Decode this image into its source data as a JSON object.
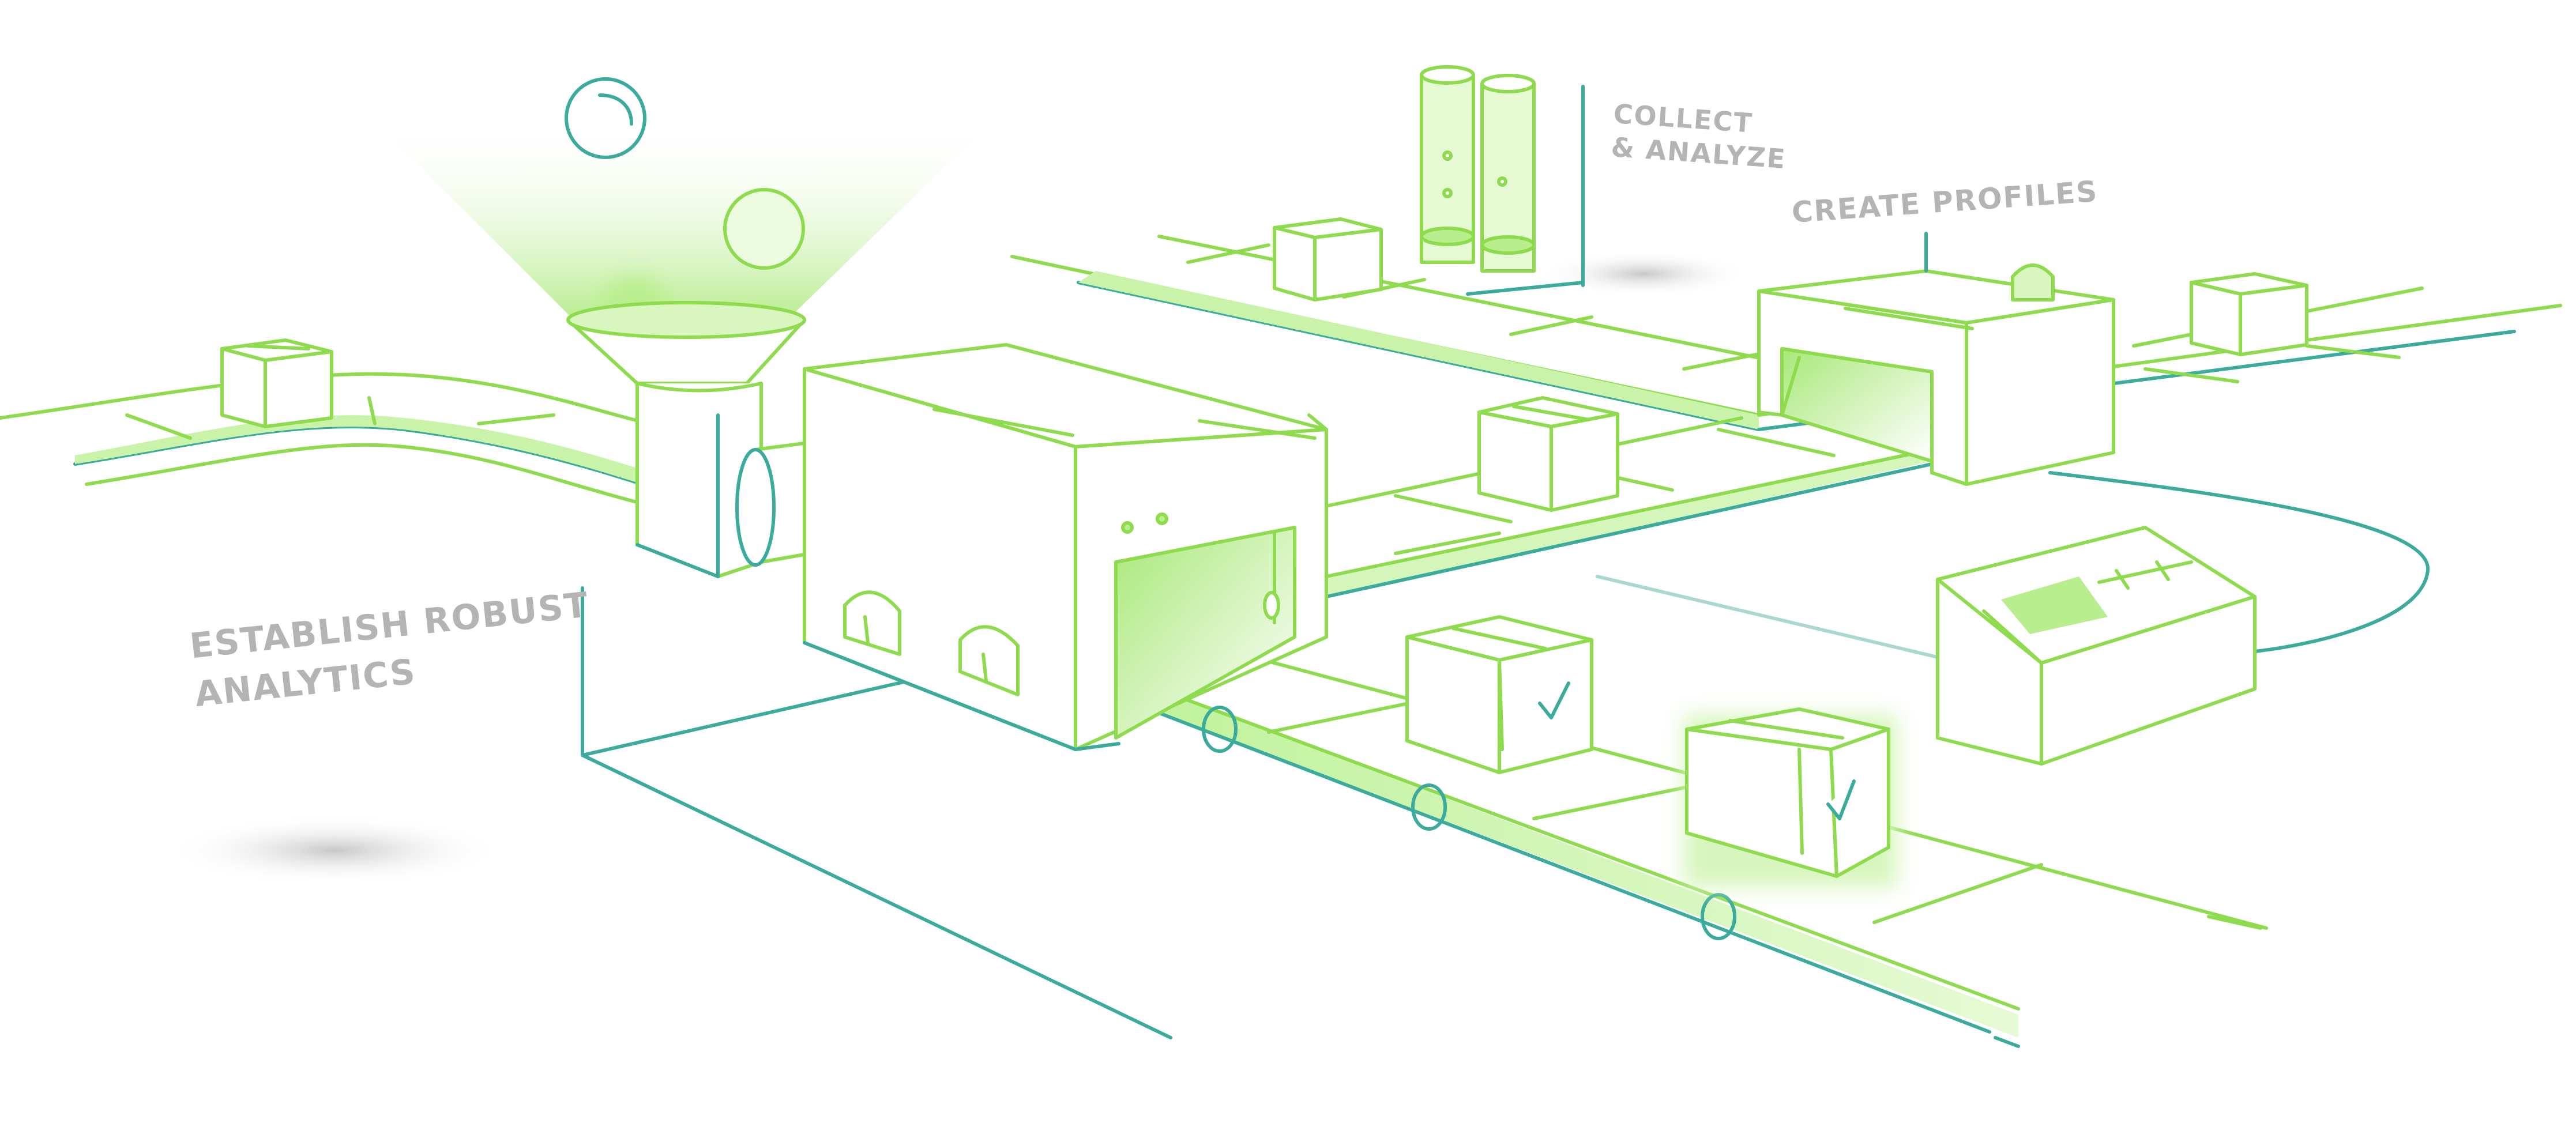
{
  "labels": {
    "collect_line1": "COLLECT",
    "collect_line2": "& ANALYZE",
    "create_profiles": "CREATE PROFILES",
    "establish_line1": "ESTABLISH ROBUST",
    "establish_line2": "ANALYTICS"
  },
  "colors": {
    "line": "#8edc4e",
    "line_dark": "#3aab9c",
    "glow": "#b6ee8a",
    "label": "#b4b4b4"
  }
}
